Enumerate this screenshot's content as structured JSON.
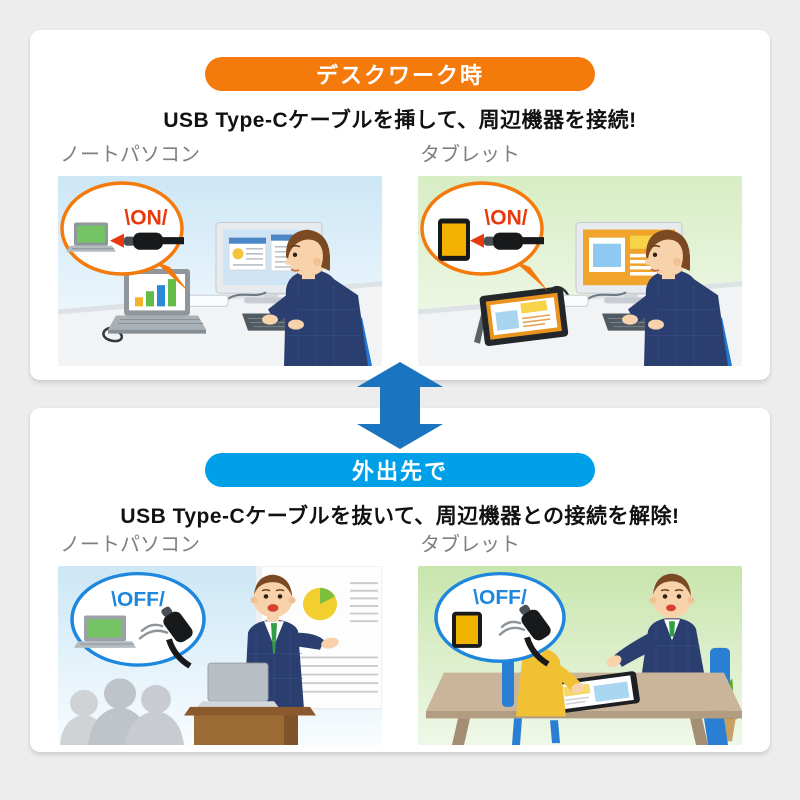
{
  "colors": {
    "page-bg": "#ededed",
    "panel-bg": "#ffffff",
    "orange": "#f57a0c",
    "badge-blue": "#00a0e9",
    "arrow-blue": "#1b74c0",
    "on-red": "#e8380d",
    "off-blue": "#1d86dd",
    "title-text": "#111111",
    "label-gray": "#7f7f7f"
  },
  "top_section": {
    "badge": "デスクワーク時",
    "subtitle": "USB Type-Cケーブルを挿して、周辺機器を接続!",
    "figures": [
      {
        "label": "ノートパソコン",
        "callout": "\\ON/"
      },
      {
        "label": "タブレット",
        "callout": "\\ON/"
      }
    ]
  },
  "bottom_section": {
    "badge": "外出先で",
    "subtitle": "USB Type-Cケーブルを抜いて、周辺機器との接続を解除!",
    "figures": [
      {
        "label": "ノートパソコン",
        "callout": "\\OFF/"
      },
      {
        "label": "タブレット",
        "callout": "\\OFF/"
      }
    ]
  }
}
